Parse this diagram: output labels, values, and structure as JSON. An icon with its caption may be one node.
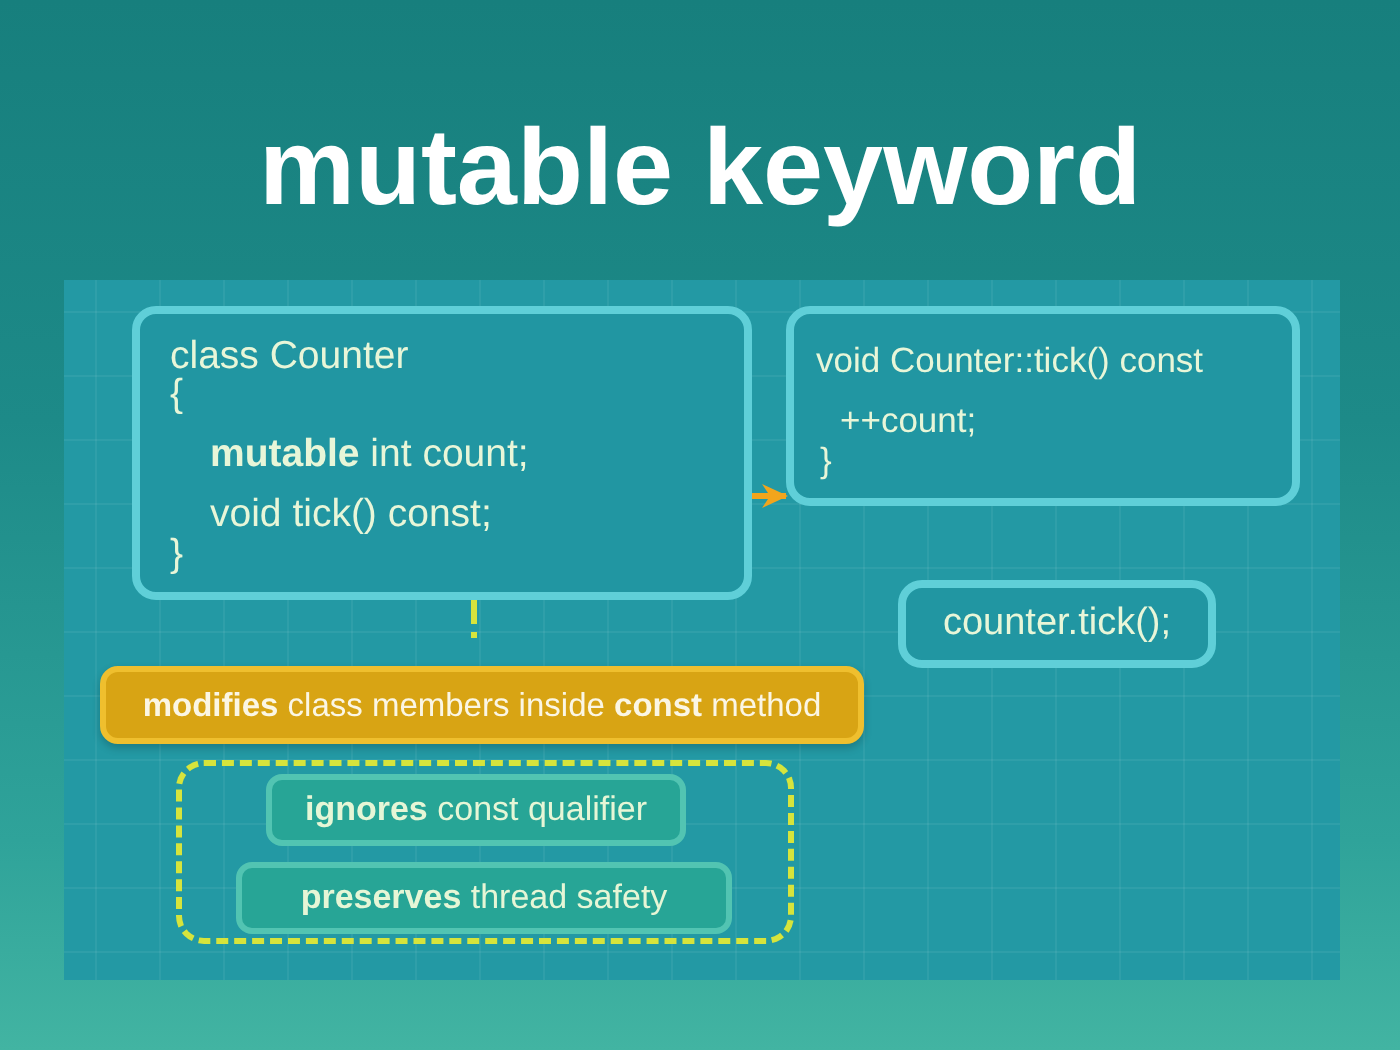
{
  "diagram": {
    "title": "mutable keyword",
    "nodes": [
      {
        "text": [
          "class Counter",
          "{",
          "**mutable** int count;",
          "void tick() const;",
          "}"
        ]
      },
      {
        "text": [
          "void Counter::tick() const",
          "++count;",
          "}"
        ]
      },
      {
        "text": [
          "counter.tick();"
        ]
      },
      {
        "text": [
          "**modifies** class members inside **const** method"
        ]
      },
      {
        "text": [],
        "shape": "box"
      },
      {
        "text": [
          "**ignores** const qualifier"
        ],
        "in": 4
      },
      {
        "text": [
          "**preserves** thread safety"
        ],
        "in": 4
      }
    ],
    "edges": [
      {
        "from": 0,
        "to": 1,
        "arrow": "to",
        "color": "#f2a51c"
      },
      {
        "from": 0,
        "to": 3,
        "arrow": "none",
        "style": "dashed",
        "color": "#d6e43c"
      }
    ]
  }
}
